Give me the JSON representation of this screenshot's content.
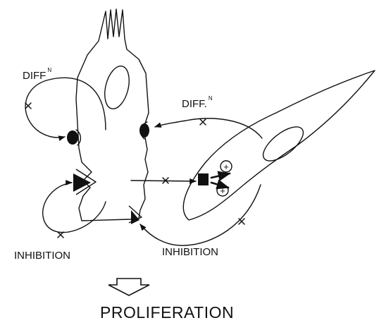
{
  "labels": {
    "diff_left": "DIFF",
    "diff_left_superscript": "N",
    "diff_right": "DIFF.",
    "diff_right_superscript": "N",
    "inhibition_left": "INHIBITION",
    "inhibition_right": "INHIBITION",
    "outcome": "PROLIFERATION"
  },
  "symbols": {
    "plus_upper": "+",
    "plus_lower": "+"
  },
  "colors": {
    "ink": "#111111",
    "background": "#ffffff"
  },
  "icons": [
    "epithelial-cell-outline",
    "mesenchymal-cell-outline",
    "receptor-dot-icon",
    "triangle-receptor-icon",
    "square-receptor-icon",
    "down-arrow-icon"
  ]
}
